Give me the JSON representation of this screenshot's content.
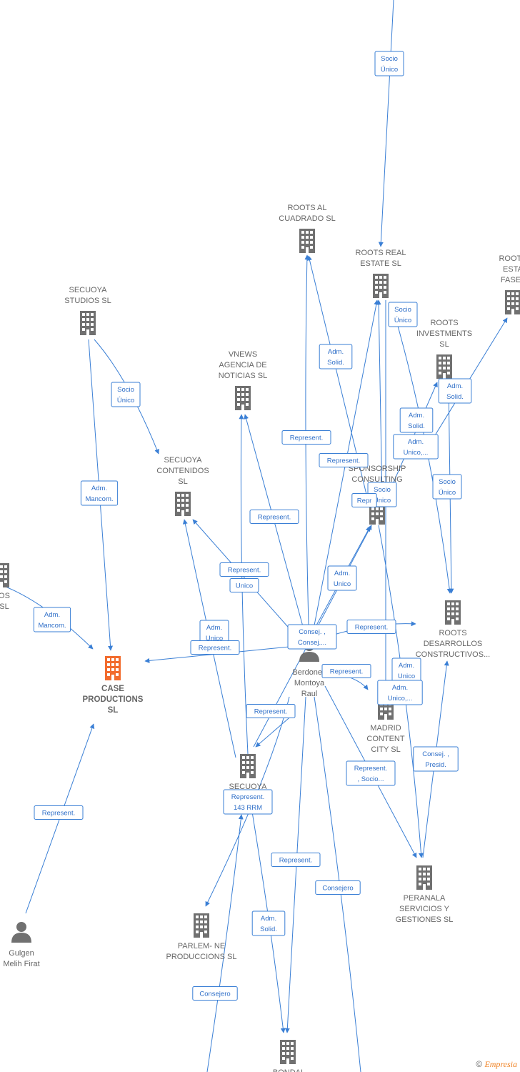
{
  "colors": {
    "edge": "#3a7fd5",
    "company": "#707070",
    "highlight": "#f26b2d",
    "person": "#707070"
  },
  "watermark": {
    "symbol": "©",
    "brand": "Empresia"
  },
  "nodes": [
    {
      "id": "roots_al",
      "type": "company",
      "label": [
        "ROOTS AL",
        "CUADRADO  SL"
      ]
    },
    {
      "id": "roots_real",
      "type": "company",
      "label": [
        "ROOTS REAL",
        "ESTATE  SL"
      ]
    },
    {
      "id": "roots_fase",
      "type": "company",
      "label": [
        "ROOTS",
        "ESTA",
        "FASE I"
      ]
    },
    {
      "id": "roots_inv",
      "type": "company",
      "label": [
        "ROOTS",
        "INVESTMENTS",
        "SL"
      ]
    },
    {
      "id": "secuoya_studios",
      "type": "company",
      "label": [
        "SECUOYA",
        "STUDIOS  SL"
      ]
    },
    {
      "id": "vnews",
      "type": "company",
      "label": [
        "VNEWS",
        "AGENCIA DE",
        "NOTICIAS SL"
      ]
    },
    {
      "id": "secuoya_contenidos",
      "type": "company",
      "label": [
        "SECUOYA",
        "CONTENIDOS",
        "SL"
      ]
    },
    {
      "id": "sponsorship",
      "type": "company",
      "label": [
        "SPONSORSHIP",
        "CONSULTING",
        "ME..."
      ]
    },
    {
      "id": "left_partial",
      "type": "company",
      "label": [
        "OS",
        "SL"
      ]
    },
    {
      "id": "roots_desarrollos",
      "type": "company",
      "label": [
        "ROOTS",
        "DESARROLLOS",
        "CONSTRUCTIVOS..."
      ]
    },
    {
      "id": "case",
      "type": "company_highlight",
      "label": [
        "CASE",
        "PRODUCTIONS",
        "SL"
      ]
    },
    {
      "id": "berdones",
      "type": "person",
      "label": [
        "Berdones",
        "Montoya",
        "Raul"
      ]
    },
    {
      "id": "madrid_content",
      "type": "company",
      "label": [
        "MADRID",
        "CONTENT",
        "CITY  SL"
      ]
    },
    {
      "id": "secuoya_com",
      "type": "company",
      "label": [
        "SECUOYA",
        "CO...      SL"
      ]
    },
    {
      "id": "peranala",
      "type": "company",
      "label": [
        "PERANALA",
        "SERVICIOS Y",
        "GESTIONES SL"
      ]
    },
    {
      "id": "gulgen",
      "type": "person",
      "label": [
        "Gulgen",
        "Melih Firat"
      ]
    },
    {
      "id": "parlem",
      "type": "company",
      "label": [
        "PARLEM- NE",
        "PRODUCCIONS SL"
      ]
    },
    {
      "id": "bondai",
      "type": "company",
      "label": [
        "BONDAI"
      ]
    }
  ],
  "edge_labels": [
    {
      "id": "e1",
      "lines": [
        "Socio",
        "Único"
      ]
    },
    {
      "id": "e2",
      "lines": [
        "Socio",
        "Único"
      ]
    },
    {
      "id": "e3",
      "lines": [
        "Adm.",
        "Solid."
      ]
    },
    {
      "id": "e4",
      "lines": [
        "Socio",
        "Único"
      ]
    },
    {
      "id": "e5",
      "lines": [
        "Adm.",
        "Solid."
      ]
    },
    {
      "id": "e6",
      "lines": [
        "Represent."
      ]
    },
    {
      "id": "e7",
      "lines": [
        "Adm.",
        "Solid."
      ]
    },
    {
      "id": "e8",
      "lines": [
        "Represent."
      ]
    },
    {
      "id": "e9",
      "lines": [
        "Adm.",
        "Unico,..."
      ]
    },
    {
      "id": "e10",
      "lines": [
        "Adm.",
        "Mancom."
      ]
    },
    {
      "id": "e11",
      "lines": [
        "Socio",
        "Único"
      ]
    },
    {
      "id": "e12",
      "lines": [
        "Socio",
        "Único"
      ]
    },
    {
      "id": "e13",
      "lines": [
        "Represent."
      ]
    },
    {
      "id": "e14",
      "lines": [
        "Represent."
      ]
    },
    {
      "id": "e15",
      "lines": [
        "Adm.",
        "Unico"
      ]
    },
    {
      "id": "e16",
      "lines": [
        "Unico"
      ]
    },
    {
      "id": "e17",
      "lines": [
        "Adm.",
        "Mancom."
      ]
    },
    {
      "id": "e18",
      "lines": [
        "Consej. ,",
        "Consej...."
      ]
    },
    {
      "id": "e19",
      "lines": [
        "Represent."
      ]
    },
    {
      "id": "e20",
      "lines": [
        "Adm.",
        "Unico"
      ]
    },
    {
      "id": "e21",
      "lines": [
        "Represent."
      ]
    },
    {
      "id": "e22",
      "lines": [
        "Represent."
      ]
    },
    {
      "id": "e23",
      "lines": [
        "Adm.",
        "Unico"
      ]
    },
    {
      "id": "e24",
      "lines": [
        "Adm.",
        "Unico,..."
      ]
    },
    {
      "id": "e25",
      "lines": [
        "Represent."
      ]
    },
    {
      "id": "e26",
      "lines": [
        "Consej. ,",
        "Presid."
      ]
    },
    {
      "id": "e27",
      "lines": [
        "Represent.",
        ", Socio..."
      ]
    },
    {
      "id": "e28",
      "lines": [
        "Represent.",
        "143 RRM"
      ]
    },
    {
      "id": "e29",
      "lines": [
        "Represent."
      ]
    },
    {
      "id": "e30",
      "lines": [
        "Represent."
      ]
    },
    {
      "id": "e31",
      "lines": [
        "Consejero"
      ]
    },
    {
      "id": "e32",
      "lines": [
        "Adm.",
        "Solid."
      ]
    },
    {
      "id": "e33",
      "lines": [
        "Consejero"
      ]
    },
    {
      "id": "e34",
      "lines": [
        "Repr"
      ]
    }
  ]
}
